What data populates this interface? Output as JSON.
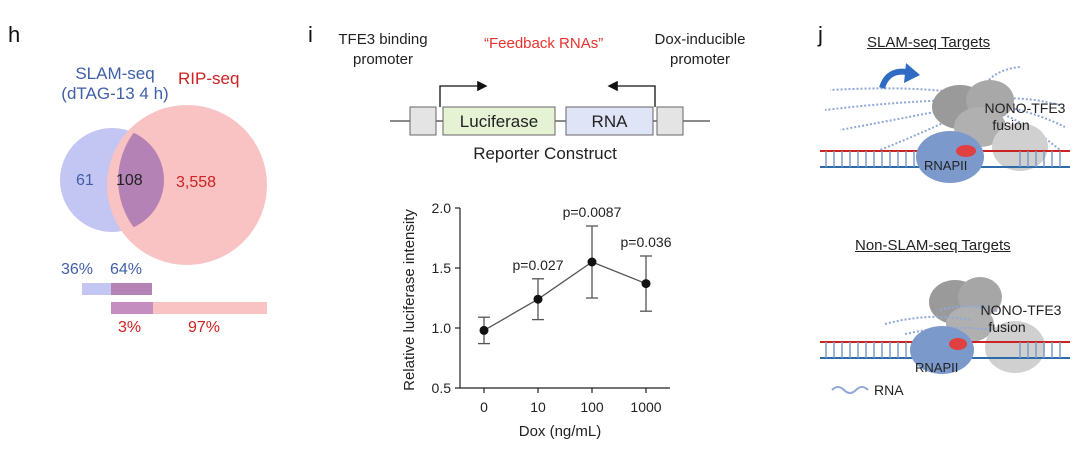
{
  "panel_h": {
    "letter": "h",
    "slam_label_line1": "SLAM-seq",
    "slam_label_line2": "(dTAG-13 4 h)",
    "rip_label": "RIP-seq",
    "slam_only": "61",
    "overlap": "108",
    "rip_only": "3,558",
    "slam_pct_left": "36%",
    "slam_pct_right": "64%",
    "rip_pct_left": "3%",
    "rip_pct_right": "97%",
    "colors": {
      "slam": "#c3c5f2",
      "rip": "#f9c3c3",
      "overlap": "#b582b5"
    }
  },
  "panel_i": {
    "letter": "i",
    "tfe3_label_line1": "TFE3 binding",
    "tfe3_label_line2": "promoter",
    "feedback_label": "“Feedback RNAs”",
    "dox_label_line1": "Dox-inducible",
    "dox_label_line2": "promoter",
    "luciferase_box": "Luciferase",
    "rna_box": "RNA",
    "construct_title": "Reporter Construct",
    "colors": {
      "luciferase": "#e6f2d4",
      "rna": "#dfe4f7",
      "promoter": "#e4e4e4",
      "feedback": "#e8322e"
    }
  },
  "chart_data": {
    "type": "line",
    "categories": [
      "0",
      "10",
      "100",
      "1000"
    ],
    "values": [
      0.98,
      1.24,
      1.55,
      1.37
    ],
    "errors": [
      0.11,
      0.17,
      0.3,
      0.23
    ],
    "pvalues": [
      "",
      "p=0.027",
      "p=0.0087",
      "p=0.036"
    ],
    "xlabel": "Dox (ng/mL)",
    "ylabel": "Relative luciferase intensity",
    "ylim": [
      0.5,
      2.0
    ],
    "yticks": [
      "0.5",
      "1.0",
      "1.5",
      "2.0"
    ]
  },
  "panel_j": {
    "letter": "j",
    "top_title": "SLAM-seq Targets",
    "bottom_title": "Non-SLAM-seq Targets",
    "fusion_label_top_line1": "NONO-TFE3",
    "fusion_label_top_line2": "fusion",
    "fusion_label_bottom_line1": "NONO-TFE3",
    "fusion_label_bottom_line2": "fusion",
    "rnapii_top": "RNAPII",
    "rnapii_bottom": "RNAPII",
    "legend_rna": "RNA"
  }
}
